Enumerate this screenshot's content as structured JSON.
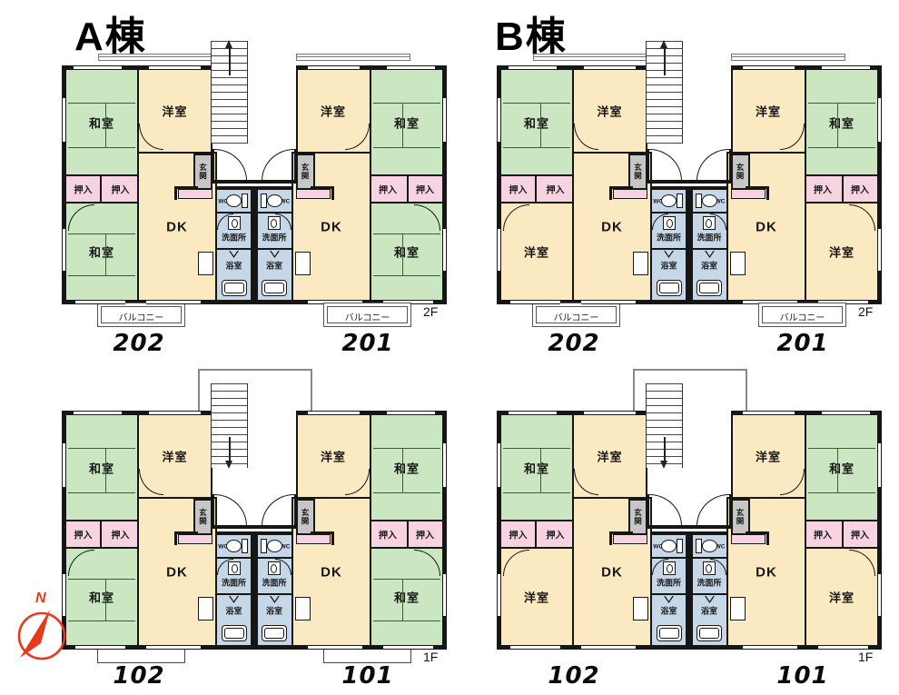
{
  "buildings": [
    {
      "name": "A棟",
      "floors": [
        {
          "floor_label": "2F",
          "units": [
            {
              "number": "202"
            },
            {
              "number": "201"
            }
          ]
        },
        {
          "floor_label": "1F",
          "units": [
            {
              "number": "102"
            },
            {
              "number": "101"
            }
          ]
        }
      ]
    },
    {
      "name": "B棟",
      "floors": [
        {
          "floor_label": "2F",
          "units": [
            {
              "number": "202"
            },
            {
              "number": "201"
            }
          ]
        },
        {
          "floor_label": "1F",
          "units": [
            {
              "number": "102"
            },
            {
              "number": "101"
            }
          ]
        }
      ]
    }
  ],
  "room_labels": {
    "washitsu": "和室",
    "yoshitsu": "洋室",
    "dk": "DK",
    "oshiire": "押入",
    "genkan": "玄関",
    "wc": "WC",
    "senmenjo": "洗面所",
    "yokushitsu": "浴室"
  },
  "balcony_label": "バルコニー",
  "compass": {
    "north_label": "N"
  }
}
